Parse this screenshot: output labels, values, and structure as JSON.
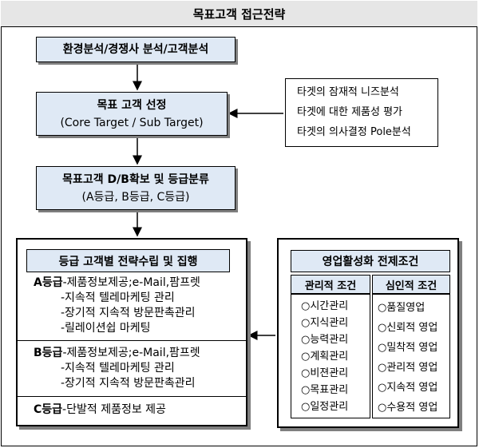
{
  "title": "목표고객 접근전략",
  "step1": "환경분석/경쟁사 분석/고객분석",
  "step2": {
    "line1": "목표 고객 선정",
    "line2": "(Core Target / Sub Target)"
  },
  "step3": {
    "line1": "목표고객 D/B확보 및 등급분류",
    "line2": "(A등급, B등급, C등급)"
  },
  "notes": [
    "타겟의 잠재적 니즈분석",
    "타겟에 대한 제품성 평가",
    "타겟의 의사결정 Pole분석"
  ],
  "strategy": {
    "header": "등급 고객별 전략수립 및 집행",
    "grade_a": {
      "label": "A등급",
      "lines": [
        "-제품정보제공;e-Mail,팜프렛",
        "-지속적 텔레마케팅 관리",
        "-장기적 지속적 방문판촉관리",
        "-릴레이션쉽 마케팅"
      ]
    },
    "grade_b": {
      "label": "B등급",
      "lines": [
        "-제품정보제공;e-Mail,팜프렛",
        "-지속적 텔레마케팅 관리",
        "-장기적 지속적 방문판촉관리"
      ]
    },
    "grade_c": {
      "label": "C등급",
      "lines": [
        "-단발적 제품정보 제공"
      ]
    }
  },
  "prereq": {
    "header": "영업활성화 전제조건",
    "rational": {
      "header": "관리적 조건",
      "items": [
        "시간관리",
        "지식관리",
        "능력관리",
        "계획관리",
        "비젼관리",
        "목표관리",
        "일정관리"
      ]
    },
    "mental": {
      "header": "심인적 조건",
      "items": [
        "품질영업",
        "신뢰적 영업",
        "밀착적 영업",
        "관리적 영업",
        "지속적 영업",
        "수용적 영업"
      ]
    }
  }
}
